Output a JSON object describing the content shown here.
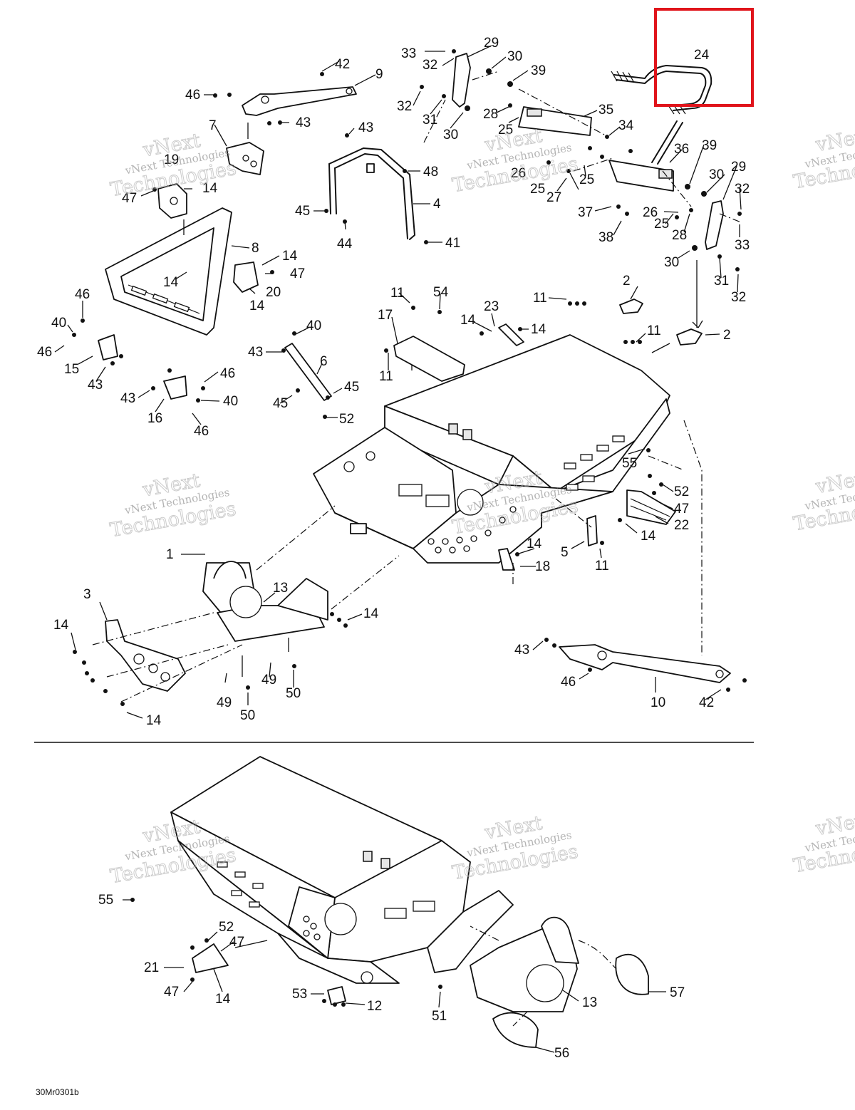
{
  "highlight": {
    "label": "24",
    "color": "#e0141b"
  },
  "drawing_code": "30Mr0301b",
  "watermark": {
    "line1": "vNext Technologies",
    "line2": "Technologies",
    "line3": "vNext"
  },
  "callouts": [
    "1",
    "2",
    "3",
    "4",
    "5",
    "6",
    "7",
    "8",
    "9",
    "10",
    "11",
    "12",
    "13",
    "14",
    "15",
    "16",
    "17",
    "18",
    "19",
    "20",
    "21",
    "22",
    "23",
    "24",
    "25",
    "26",
    "27",
    "28",
    "29",
    "30",
    "31",
    "32",
    "33",
    "34",
    "35",
    "36",
    "37",
    "38",
    "39",
    "40",
    "41",
    "42",
    "43",
    "44",
    "45",
    "46",
    "47",
    "48",
    "49",
    "50",
    "51",
    "52",
    "53",
    "54",
    "55",
    "56",
    "57"
  ]
}
